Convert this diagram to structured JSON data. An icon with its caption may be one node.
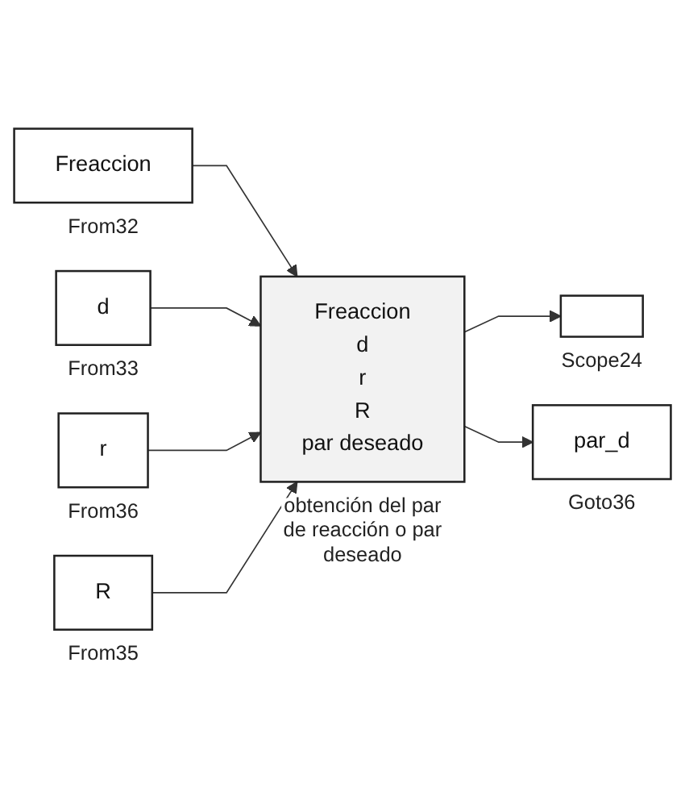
{
  "diagram": {
    "nodes": [
      {
        "text": [
          "Freaccion"
        ],
        "beside": [
          "From32"
        ]
      },
      {
        "text": [
          "d"
        ],
        "beside": [
          "From33"
        ]
      },
      {
        "text": [
          "r"
        ],
        "beside": [
          "From36"
        ]
      },
      {
        "text": [
          "R"
        ],
        "beside": [
          "From35"
        ]
      },
      {
        "text": [
          "Freaccion",
          "d",
          "r",
          "R",
          "par deseado"
        ],
        "beside": [
          "obtención del par de reacción o par deseado"
        ]
      },
      {
        "text": [],
        "shape": "box",
        "beside": [
          "Scope24"
        ]
      },
      {
        "text": [
          "par_d"
        ],
        "beside": [
          "Goto36"
        ]
      }
    ],
    "edges": [
      {
        "from": 0,
        "to": 4,
        "arrow": "to"
      },
      {
        "from": 1,
        "to": 4,
        "arrow": "to"
      },
      {
        "from": 2,
        "to": 4,
        "arrow": "to"
      },
      {
        "from": 3,
        "to": 4,
        "arrow": "to"
      },
      {
        "from": 4,
        "to": 5,
        "arrow": "to"
      },
      {
        "from": 4,
        "to": 6,
        "arrow": "to"
      }
    ]
  }
}
